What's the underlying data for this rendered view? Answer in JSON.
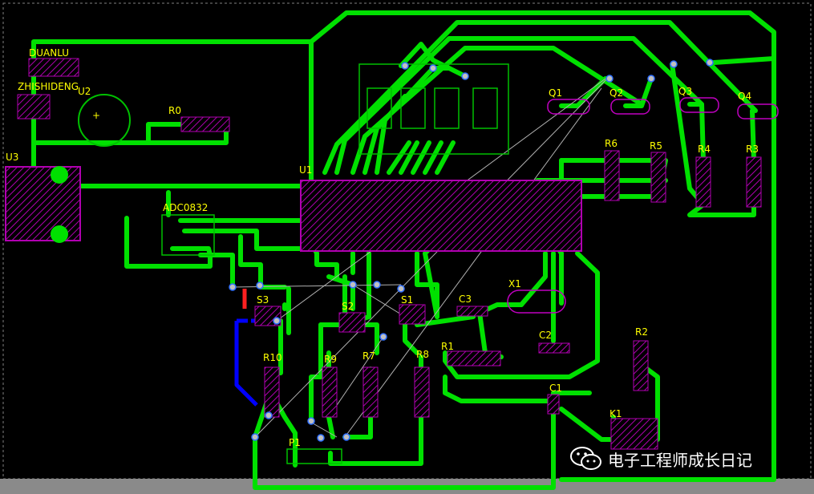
{
  "app": {
    "title": "PCB Layout"
  },
  "colors": {
    "background": "#000000",
    "top_trace": "#00e000",
    "bottom_trace": "#0000ff",
    "silkscreen": "#ffff00",
    "pad": "#c000c0",
    "ratsnest": "#b0b0b0",
    "outline": "#808080"
  },
  "components": {
    "duanlu": "DUANLU",
    "zhishideng": "ZHISHIDENG",
    "u3": "U3",
    "u2": "U2",
    "r0": "R0",
    "u1": "U1",
    "adc": "ADC0832",
    "q1": "Q1",
    "q2": "Q2",
    "q3": "Q3",
    "q4": "Q4",
    "r6": "R6",
    "r5": "R5",
    "r4": "R4",
    "r3": "R3",
    "x1": "X1",
    "c3": "C3",
    "c2": "C2",
    "s3": "S3",
    "s2": "S2",
    "s1": "S1",
    "r10": "R10",
    "r9": "R9",
    "r7": "R7",
    "r8": "R8",
    "r1": "R1",
    "r2": "R2",
    "c1": "C1",
    "k1": "K1",
    "p1": "P1"
  },
  "watermark": {
    "text": "电子工程师成长日记",
    "icon": "wechat-icon"
  }
}
